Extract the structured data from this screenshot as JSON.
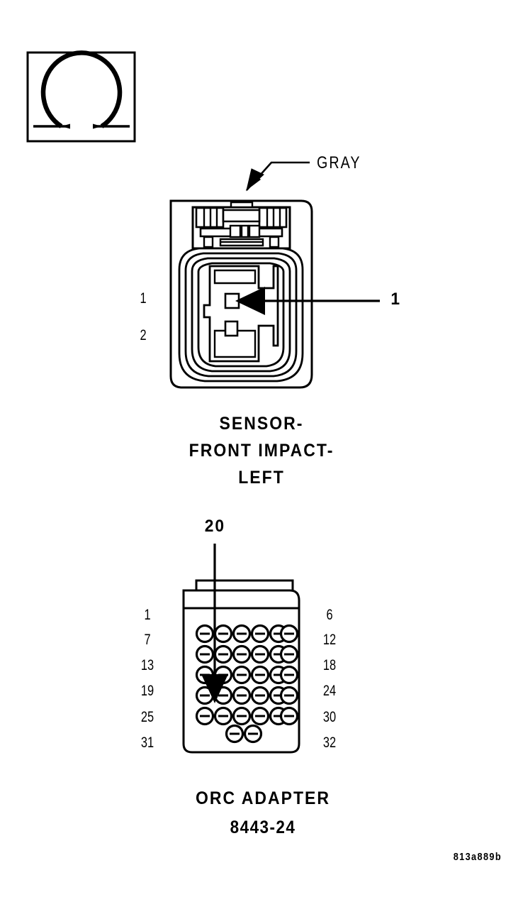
{
  "figure": {
    "id_label": "813a889b",
    "symbol_box": {
      "name": "omega-resistance-symbol",
      "glyph": "Ω"
    }
  },
  "connectors": [
    {
      "key": "front_impact_sensor_left",
      "name_lines": [
        "SENSOR-",
        "FRONT IMPACT-",
        "LEFT"
      ],
      "color_label": "GRAY",
      "cavity_count": 2,
      "left_pin_labels": [
        "1",
        "2"
      ],
      "callout": {
        "label": "1",
        "target_pin": "1"
      }
    },
    {
      "key": "orc_adapter",
      "name_lines": [
        "ORC ADAPTER"
      ],
      "part_number": "8443-24",
      "cavity_count": 32,
      "left_pin_labels": [
        "1",
        "7",
        "13",
        "19",
        "25",
        "31"
      ],
      "right_pin_labels": [
        "6",
        "12",
        "18",
        "24",
        "30",
        "32"
      ],
      "callout": {
        "label": "20",
        "target_pin": "20"
      },
      "grid": {
        "full_rows": 5,
        "cols_per_row": 6,
        "last_row_cols": 2
      }
    }
  ],
  "style": {
    "ink": "#000000",
    "paper": "#ffffff"
  }
}
